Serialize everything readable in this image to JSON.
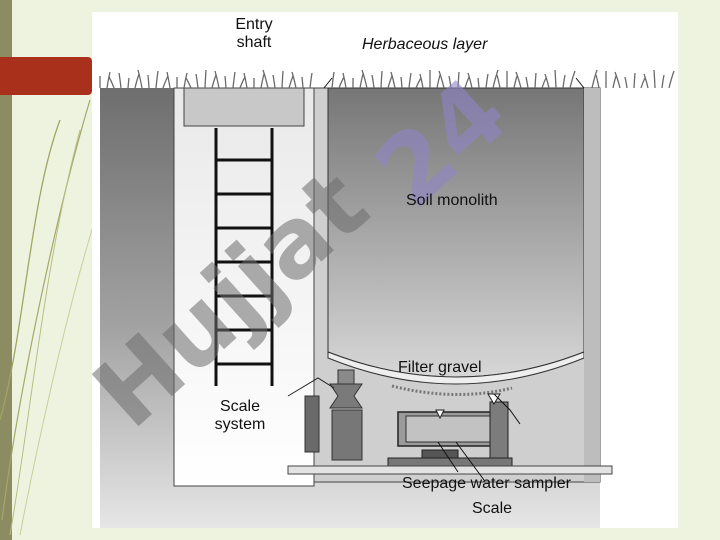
{
  "slide": {
    "accent_color": "#a9301b",
    "stripe_color": "#8c8c62",
    "background_color": "#eef3e0"
  },
  "diagram": {
    "labels": {
      "entry_shaft": "Entry\nshaft",
      "herbaceous_layer": "Herbaceous  layer",
      "soil_monolith": "Soil monolith",
      "filter_gravel": "Filter gravel",
      "scale_system": "Scale\nsystem",
      "seepage_water_sampler": "Seepage water sampler",
      "scale": "Scale"
    },
    "watermark": {
      "text": "Hujjat24",
      "description": "diagonal translucent watermark logo"
    }
  }
}
